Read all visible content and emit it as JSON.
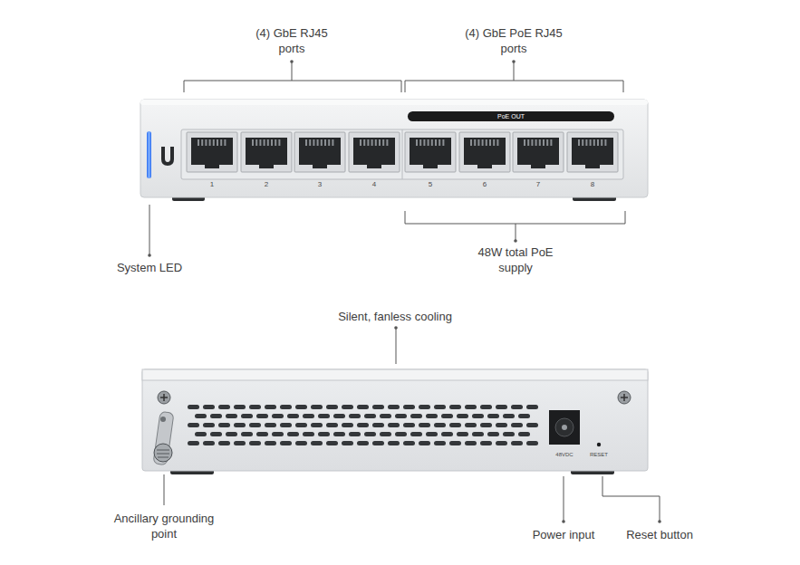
{
  "diagram": {
    "nodes": [
      {
        "text": [
          "PoE OUT"
        ]
      }
    ],
    "labels": [
      "(4) GbE RJ45 ports",
      "(4) GbE PoE RJ45 ports",
      "1",
      "2",
      "3",
      "4",
      "5",
      "6",
      "7",
      "8",
      "System LED",
      "48W total PoE supply",
      "Silent, fanless cooling",
      "48VDC",
      "RESET",
      "Ancillary grounding point",
      "Power input",
      "Reset button"
    ]
  }
}
